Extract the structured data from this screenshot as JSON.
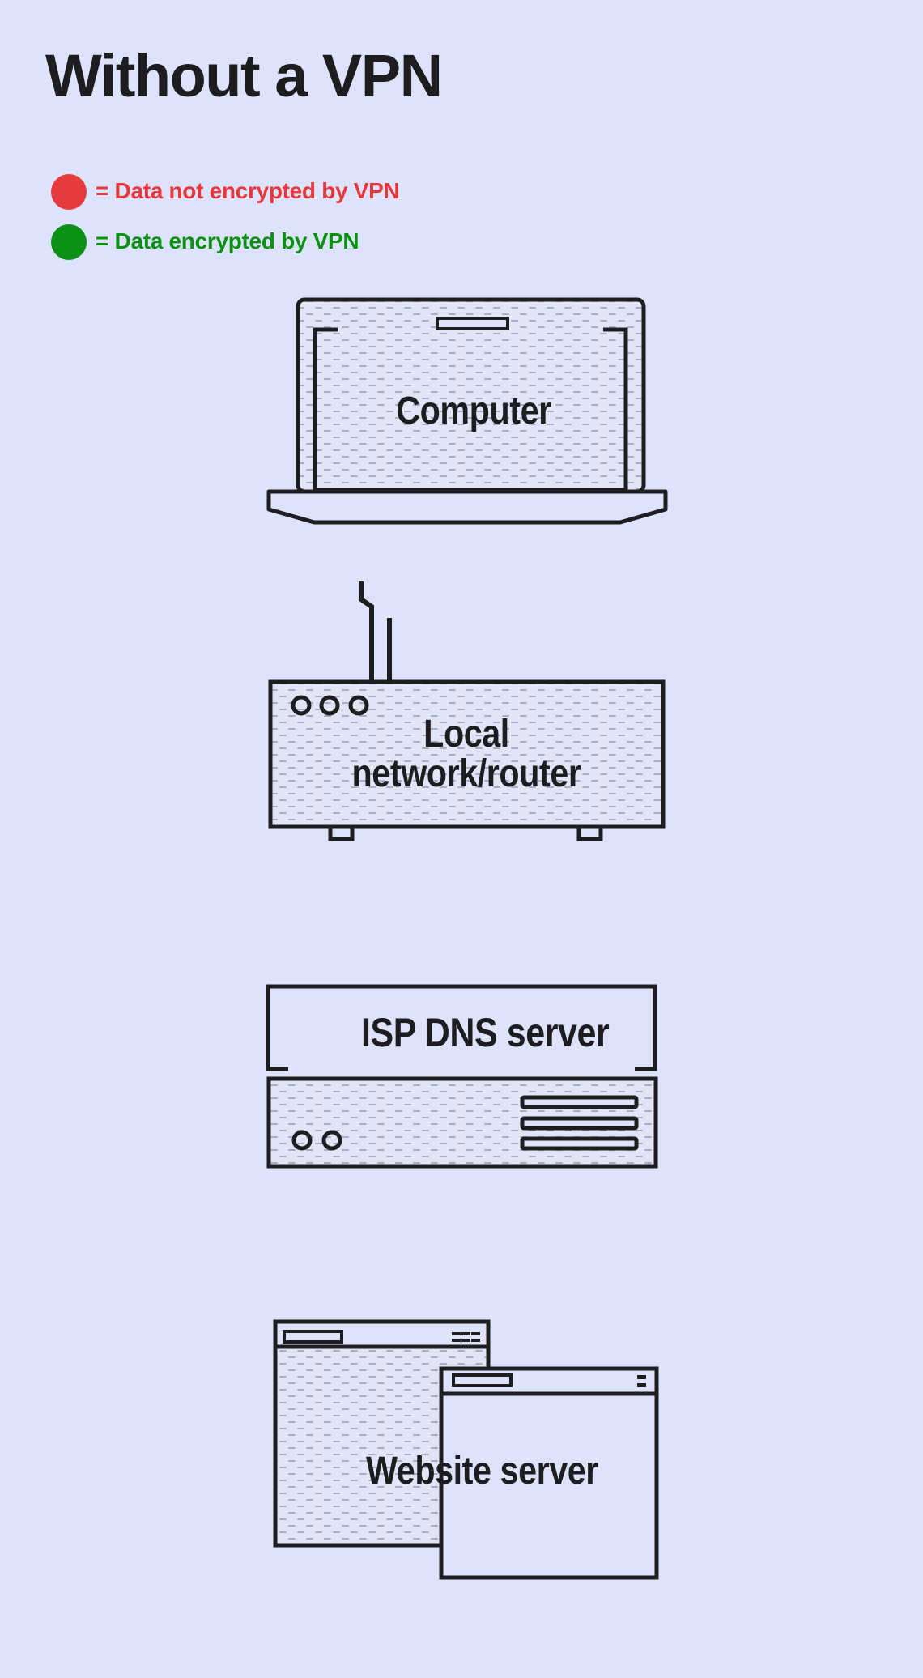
{
  "header": {
    "title": "Without a VPN"
  },
  "legend": {
    "items": [
      {
        "label": "= Data not encrypted by VPN",
        "dot_color": "#e63b3e",
        "text_color": "#e8373a",
        "meaning": "not-encrypted"
      },
      {
        "label": "= Data encrypted by VPN",
        "dot_color": "#0b9113",
        "text_color": "#0a9110",
        "meaning": "encrypted"
      }
    ]
  },
  "devices": [
    {
      "id": "computer",
      "label": "Computer",
      "icon": "laptop-icon"
    },
    {
      "id": "router",
      "label": "Local network/router",
      "lines": [
        "Local",
        "network/router"
      ],
      "icon": "router-icon"
    },
    {
      "id": "isp-dns",
      "label": "ISP DNS server",
      "icon": "rack-server-icon"
    },
    {
      "id": "website",
      "label": "Website server",
      "icon": "browser-windows-icon"
    }
  ],
  "colors": {
    "background": "#dee3fc",
    "outline": "#1e1e21",
    "texture_fill": "#e2e5f6",
    "texture_dash": "#a7acc7",
    "title_text": "#1d1d20"
  }
}
